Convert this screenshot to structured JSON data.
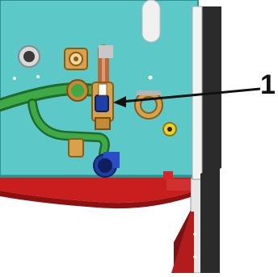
{
  "figure": {
    "kind": "technical-illustration",
    "subject": "boiler-bottom-pipework",
    "callouts": [
      {
        "id": "valve",
        "label": "1"
      }
    ]
  },
  "colors": {
    "panel": "#5dc8c8",
    "panel_edge": "#2f8f91",
    "side_dark": "#2b2b2b",
    "side_light": "#e6e6e6",
    "tray_red": "#c81e1e",
    "pipe_green": "#3faa45",
    "pipe_green_dark": "#1f6b27",
    "brass": "#d9a24a",
    "brass_dark": "#8a5c18",
    "copper": "#b86a3c",
    "valve_blue": "#1f3fa8",
    "fitting_yellow": "#f2d21a",
    "grommet_white": "#e9e9e9"
  }
}
